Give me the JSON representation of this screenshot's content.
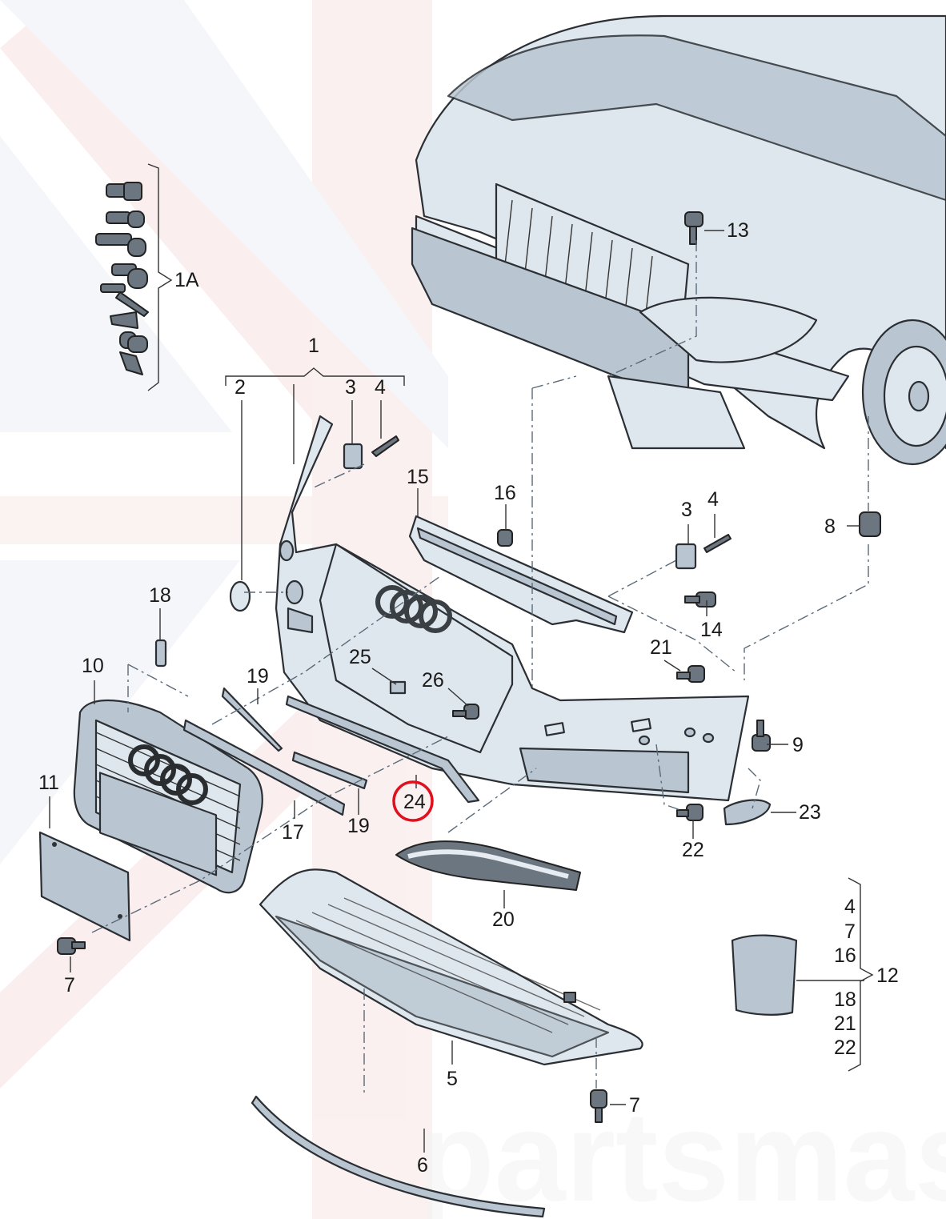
{
  "watermark": {
    "text": "partsmaster"
  },
  "highlight": {
    "color": "#e0101e",
    "target_label": "24"
  },
  "callouts": {
    "c1": "1",
    "c1A": "1A",
    "c2": "2",
    "c3a": "3",
    "c4a": "4",
    "c3b": "3",
    "c4b": "4",
    "c5": "5",
    "c6": "6",
    "c7a": "7",
    "c7b": "7",
    "c8": "8",
    "c9": "9",
    "c10": "10",
    "c11": "11",
    "c12": "12",
    "c13": "13",
    "c14": "14",
    "c15": "15",
    "c16": "16",
    "c17": "17",
    "c18": "18",
    "c19a": "19",
    "c19b": "19",
    "c20": "20",
    "c21": "21",
    "c22": "22",
    "c23": "23",
    "c24": "24",
    "c25": "25",
    "c26": "26"
  },
  "kit12_list": [
    "4",
    "7",
    "16",
    "18",
    "21",
    "22"
  ]
}
